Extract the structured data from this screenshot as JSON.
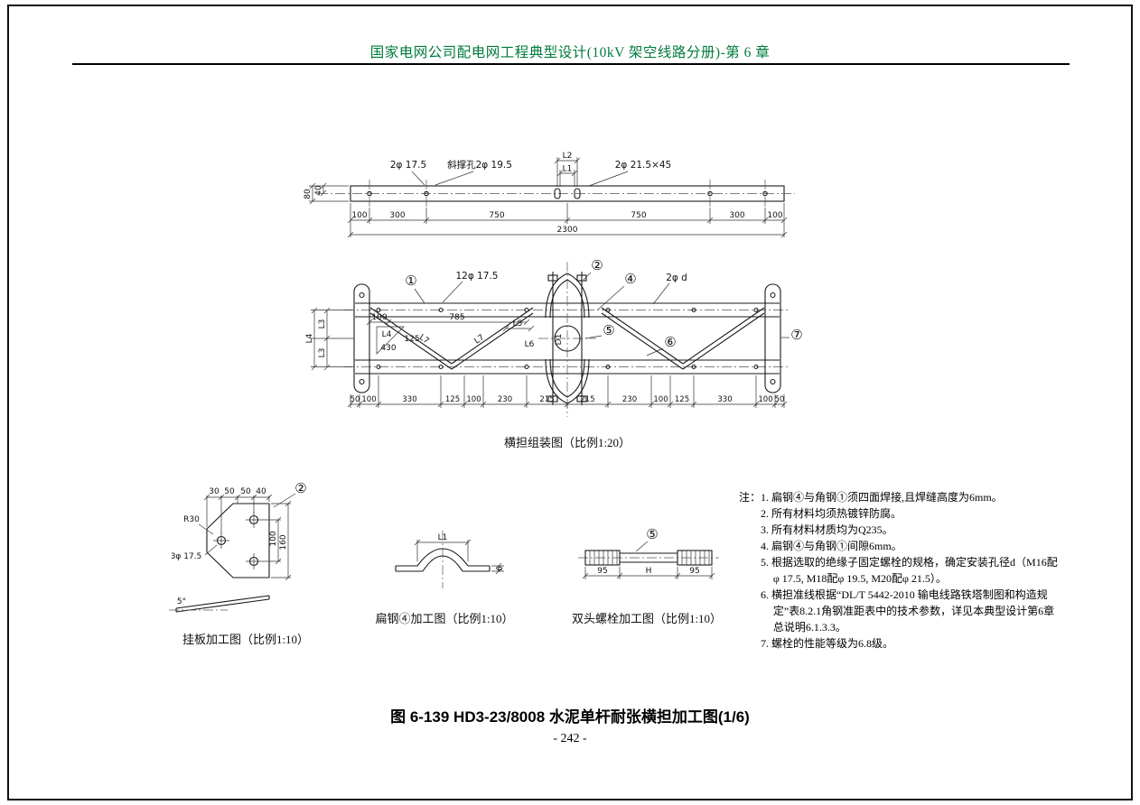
{
  "page": {
    "header_title": "国家电网公司配电网工程典型设计(10kV 架空线路分册)-第 6 章",
    "figure_title": "图 6-139  HD3-23/8008 水泥单杆耐张横担加工图(1/6)",
    "page_number": "- 242 -",
    "header_color": "#007a3d"
  },
  "side_view": {
    "labels": {
      "hole_left": "2φ 17.5",
      "brace_hole": "斜撑孔2φ 19.5",
      "l2": "L2",
      "l1": "L1",
      "hole_right": "2φ 21.5×45"
    },
    "height_dims": [
      "80",
      "40"
    ],
    "bottom_dims": [
      "100",
      "300",
      "750",
      "750",
      "300",
      "100"
    ],
    "total_dim": "2300"
  },
  "assembly": {
    "caption": "横担组装图（比例1:20）",
    "callouts": [
      "①",
      "②",
      "④",
      "⑤",
      "⑥",
      "⑦"
    ],
    "labels": {
      "holes": "12φ 17.5",
      "hole_d": "2φ d",
      "d1": "D1",
      "l5": "L5",
      "l6": "L6",
      "l7a": "L7",
      "l7b": "L7",
      "gusset_100": "100",
      "gusset_785": "785",
      "gusset_l4": "L4",
      "gusset_125": "125",
      "gusset_430": "430"
    },
    "left_dims": [
      "L3",
      "L4",
      "L3"
    ],
    "bottom_dims": [
      "50",
      "100",
      "330",
      "125",
      "100",
      "230",
      "215",
      "215",
      "230",
      "100",
      "125",
      "330",
      "100",
      "50"
    ]
  },
  "plate": {
    "caption": "挂板加工图（比例1:10）",
    "top_dims": [
      "30",
      "50",
      "50",
      "40"
    ],
    "radius_label": "R30",
    "holes_label": "3φ 17.5",
    "right_dims": [
      "100",
      "160"
    ],
    "angle_label": "5°",
    "callout": "②"
  },
  "flat_steel": {
    "caption": "扁钢④加工图（比例1:10）",
    "width_dim": "L1",
    "thickness_dim": "6"
  },
  "bolt": {
    "caption": "双头螺栓加工图（比例1:10）",
    "callout": "⑤",
    "dims": [
      "95",
      "H",
      "95"
    ]
  },
  "notes": {
    "label": "注：",
    "items": [
      "1. 扁钢④与角钢①须四面焊接,且焊缝高度为6mm。",
      "2. 所有材料均须热镀锌防腐。",
      "3. 所有材料材质均为Q235。",
      "4. 扁钢④与角钢①间隙6mm。",
      "5. 根据选取的绝缘子固定螺栓的规格，确定安装孔径d（M16配φ 17.5, M18配φ 19.5, M20配φ 21.5）。",
      "6. 横担准线根据“DL/T 5442-2010 输电线路铁塔制图和构造规定”表8.2.1角钢准距表中的技术参数，详见本典型设计第6章总说明6.1.3.3。",
      "7. 螺栓的性能等级为6.8级。"
    ]
  }
}
